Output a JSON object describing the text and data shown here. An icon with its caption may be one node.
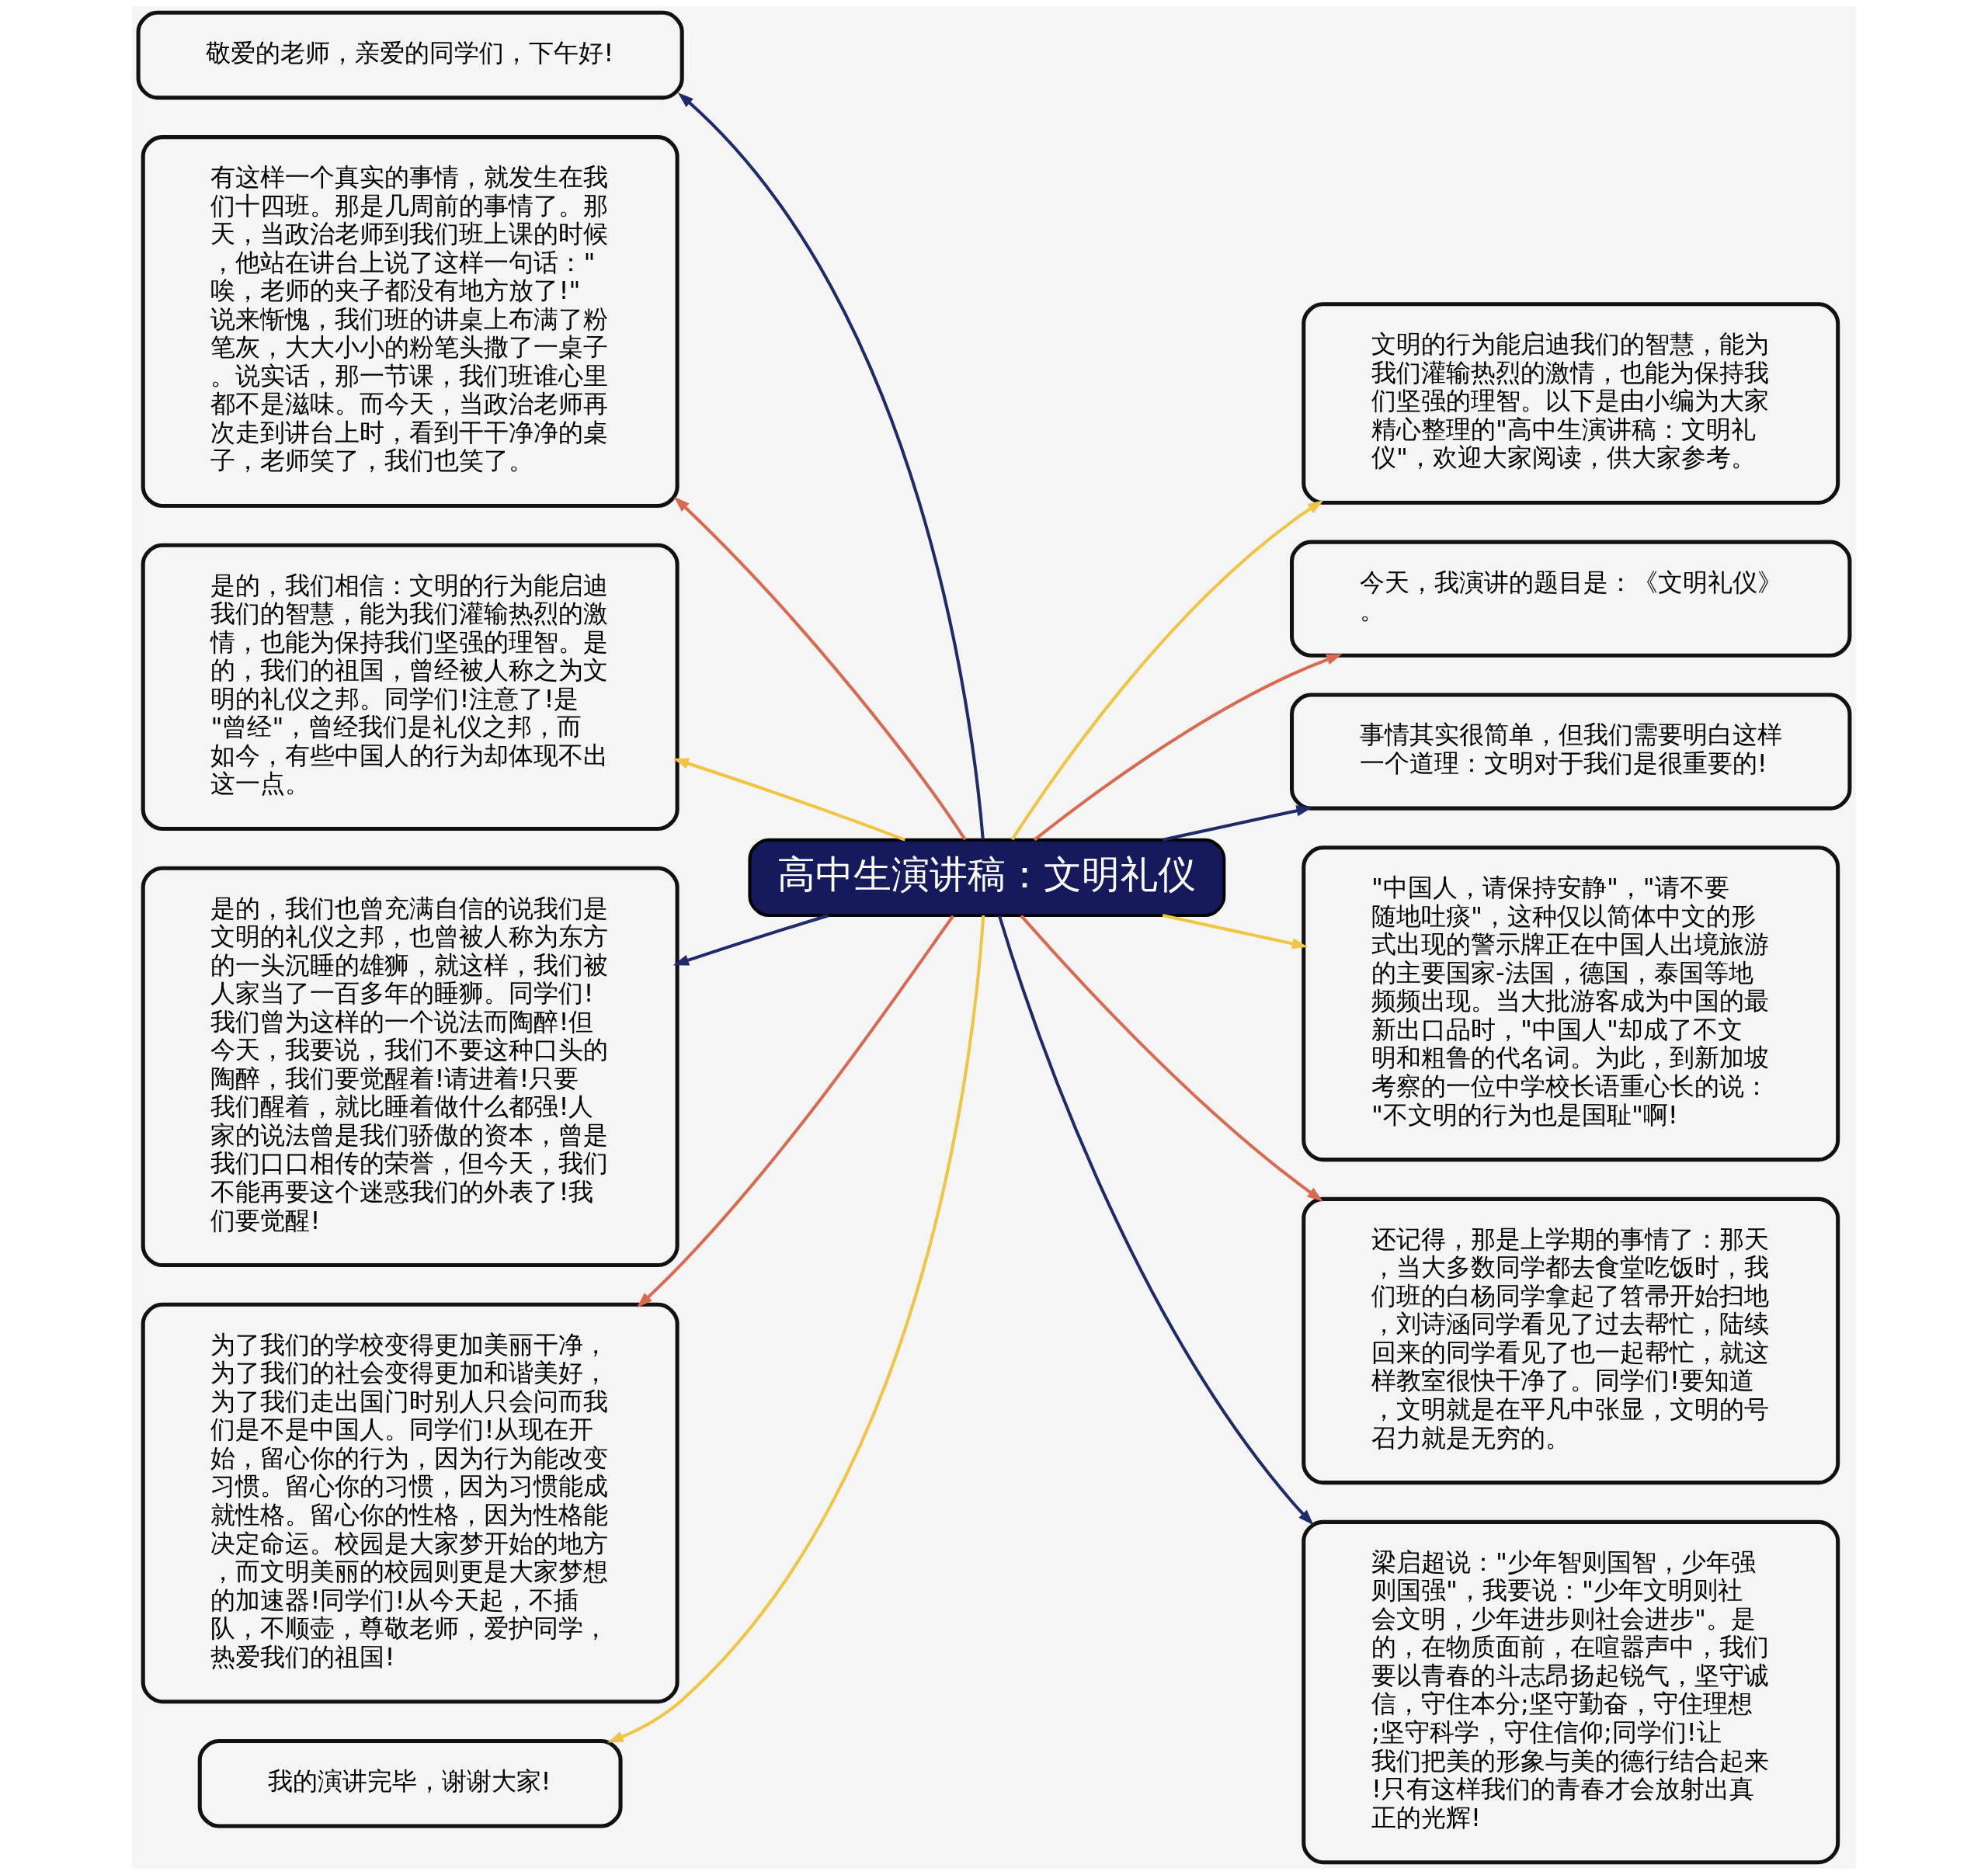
{
  "diagram": {
    "nodes": [
      {
        "text": [
          "高中生演讲稿：文明礼仪"
        ]
      },
      {
        "text": [
          "敬爱的老师，亲爱的同学们，下午好!"
        ]
      },
      {
        "text": [
          "有这样一个真实的事情，就发生在我们十四班。那是几周前的事情了。那天，当政治老师到我们班上课的时候，他站在讲台上说了这样一句话：\"唉，老师的夹子都没有地方放了!\"说来惭愧，我们班的讲桌上布满了粉笔灰，大大小小的粉笔头撒了一桌子。说实话，那一节课，我们班谁心里都不是滋味。而今天，当政治老师再次走到讲台上时，看到干干净净的桌子，老师笑了，我们也笑了。"
        ]
      },
      {
        "text": [
          "是的，我们相信：文明的行为能启迪我们的智慧，能为我们灌输热烈的激情，也能为保持我们坚强的理智。是的，我们的祖国，曾经被人称之为文明的礼仪之邦。同学们!注意了!是\"曾经\"，曾经我们是礼仪之邦，而如今，有些中国人的行为却体现不出这一点。"
        ]
      },
      {
        "text": [
          "是的，我们也曾充满自信的说我们是文明的礼仪之邦，也曾被人称为东方的一头沉睡的雄狮，就这样，我们被人家当了一百多年的睡狮。同学们!我们曾为这样的一个说法而陶醉!但今天，我要说，我们不要这种口头的陶醉，我们要觉醒着!请进着!只要我们醒着，就比睡着做什么都强!人家的说法曾是我们骄傲的资本，曾是我们口口相传的荣誉，但今天，我们不能再要这个迷惑我们的外表了!我们要觉醒!"
        ]
      },
      {
        "text": [
          "为了我们的学校变得更加美丽干净，为了我们的社会变得更加和谐美好，为了我们走出国门时别人只会问而我们是不是中国人。同学们!从现在开始，留心你的行为，因为行为能改变习惯。留心你的习惯，因为习惯能成就性格。留心你的性格，因为性格能决定命运。校园是大家梦开始的地方，而文明美丽的校园则更是大家梦想的加速器!同学们!从今天起，不插队，不顺壶，尊敬老师，爱护同学，热爱我们的祖国!"
        ]
      },
      {
        "text": [
          "我的演讲完毕，谢谢大家!"
        ]
      },
      {
        "text": [
          "文明的行为能启迪我们的智慧，能为我们灌输热烈的激情，也能为保持我们坚强的理智。以下是由小编为大家精心整理的\"高中生演讲稿：文明礼仪\"，欢迎大家阅读，供大家参考。"
        ]
      },
      {
        "text": [
          "今天，我演讲的题目是：《文明礼仪》。"
        ]
      },
      {
        "text": [
          "事情其实很简单，但我们需要明白这样一个道理：文明对于我们是很重要的!"
        ]
      },
      {
        "text": [
          "\"中国人，请保持安静\"，\"请不要随地吐痰\"，这种仅以简体中文的形式出现的警示牌正在中国人出境旅游的主要国家-法国，德国，泰国等地频频出现。当大批游客成为中国的最新出口品时，\"中国人\"却成了不文明和粗鲁的代名词。为此，到新加坡考察的一位中学校长语重心长的说：\"不文明的行为也是国耻\"啊!"
        ]
      },
      {
        "text": [
          "还记得，那是上学期的事情了：那天，当大多数同学都去食堂吃饭时，我们班的白杨同学拿起了笤帚开始扫地，刘诗涵同学看见了过去帮忙，陆续回来的同学看见了也一起帮忙，就这样教室很快干净了。同学们!要知道，文明就是在平凡中张显，文明的号召力就是无穷的。"
        ]
      },
      {
        "text": [
          "梁启超说：\"少年智则国智，少年强则国强\"，我要说：\"少年文明则社会文明，少年进步则社会进步\"。是的，在物质面前，在喧嚣声中，我们要以青春的斗志昂扬起锐气，坚守诚信，守住本分;坚守勤奋，守住理想;坚守科学，守住信仰;同学们!让我们把美的形象与美的德行结合起来!只有这样我们的青春才会放射出真正的光辉!"
        ]
      }
    ],
    "edges": [
      {
        "from": 0,
        "to": 1,
        "arrow": "to",
        "color": "#1f2a6b"
      },
      {
        "from": 0,
        "to": 2,
        "arrow": "to",
        "color": "#d9694f"
      },
      {
        "from": 0,
        "to": 3,
        "arrow": "to",
        "color": "#f2c443"
      },
      {
        "from": 0,
        "to": 4,
        "arrow": "to",
        "color": "#1f2a6b"
      },
      {
        "from": 0,
        "to": 5,
        "arrow": "to",
        "color": "#d9694f"
      },
      {
        "from": 0,
        "to": 6,
        "arrow": "to",
        "color": "#f2c443"
      },
      {
        "from": 0,
        "to": 7,
        "arrow": "to",
        "color": "#f2c443"
      },
      {
        "from": 0,
        "to": 8,
        "arrow": "to",
        "color": "#d9694f"
      },
      {
        "from": 0,
        "to": 9,
        "arrow": "to",
        "color": "#1f2a6b"
      },
      {
        "from": 0,
        "to": 10,
        "arrow": "to",
        "color": "#f2c443"
      },
      {
        "from": 0,
        "to": 11,
        "arrow": "to",
        "color": "#d9694f"
      },
      {
        "from": 0,
        "to": 12,
        "arrow": "to",
        "color": "#1f2a6b"
      }
    ]
  }
}
